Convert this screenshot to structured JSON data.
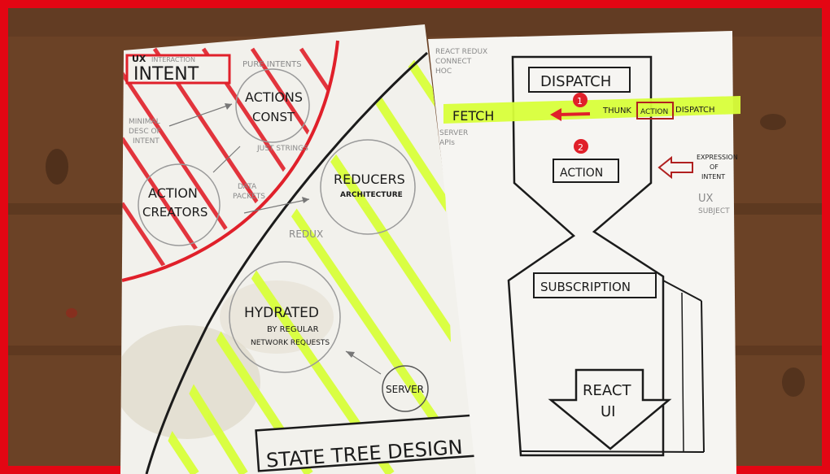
{
  "left_sheet": {
    "ux_label": "UX",
    "ux_note": "INTERACTION",
    "intent_title": "INTENT",
    "pure_intents": "PURE INTENTS",
    "actions_line1": "ACTIONS",
    "actions_line2": "CONST",
    "minimal_desc_line1": "MINIMAL",
    "minimal_desc_line2": "DESC OF",
    "minimal_desc_line3": "INTENT",
    "just_strings": "JUST STRINGS",
    "action_creators_line1": "ACTION",
    "action_creators_line2": "CREATORS",
    "data_packets_line1": "DATA",
    "data_packets_line2": "PACKETS",
    "reducers_line1": "REDUCERS",
    "reducers_line2": "ARCHITECTURE",
    "redux": "REDUX",
    "hydrated_line1": "HYDRATED",
    "hydrated_line2": "BY REGULAR",
    "hydrated_line3": "NETWORK REQUESTS",
    "server": "SERVER",
    "state_tree_design": "STATE TREE DESIGN"
  },
  "right_sheet": {
    "header_line1": "REACT REDUX",
    "header_line2": "CONNECT",
    "header_line3": "HOC",
    "dispatch_box": "DISPATCH",
    "fetch": "FETCH",
    "thunk": "THUNK",
    "action_small": "ACTION",
    "dispatch_small": "DISPATCH",
    "step1": "1",
    "step2": "2",
    "server_apis_line1": "SERVER",
    "server_apis_line2": "APIs",
    "action_box": "ACTION",
    "expression_line1": "EXPRESSION",
    "expression_line2": "OF",
    "expression_line3": "INTENT",
    "ux_line1": "UX",
    "ux_line2": "SUBJECT",
    "subscription": "SUBSCRIPTION",
    "react_line1": "REACT",
    "react_line2": "UI"
  },
  "colors": {
    "frame": "#e30613",
    "wood": "#6b4226",
    "paper": "#f4f3ef",
    "red_ink": "#e0202a",
    "highlighter": "#d8ff3a",
    "ink": "#1b1b1b"
  }
}
